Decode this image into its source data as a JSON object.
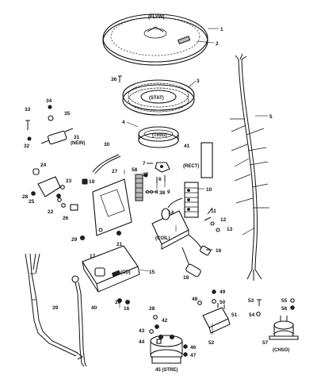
{
  "component_tags": {
    "flyw": "(FLYW)",
    "stat": "(STAT)",
    "trig": "(TRIG)",
    "rect": "(RECT)",
    "nein": "(NEIN)",
    "coil": "(COIL)",
    "cd": "(CD)",
    "stre": "45 (STRE)",
    "chso": "(CHSO)"
  },
  "callouts": [
    "1",
    "2",
    "3",
    "4",
    "5",
    "6",
    "7",
    "8",
    "9",
    "10",
    "11",
    "12",
    "13",
    "14",
    "15",
    "16",
    "17",
    "18",
    "19",
    "20",
    "21",
    "22",
    "23",
    "24",
    "25",
    "26",
    "27",
    "28",
    "29",
    "30",
    "31",
    "32",
    "33",
    "34",
    "35",
    "36",
    "37",
    "38",
    "39",
    "40",
    "41",
    "42",
    "43",
    "44",
    "46",
    "47",
    "48",
    "49",
    "50",
    "51",
    "52",
    "53",
    "54",
    "55",
    "56",
    "57",
    "58"
  ],
  "colors": {
    "ink": "#111111",
    "paper": "#ffffff",
    "shade": "#bbbbbb"
  }
}
